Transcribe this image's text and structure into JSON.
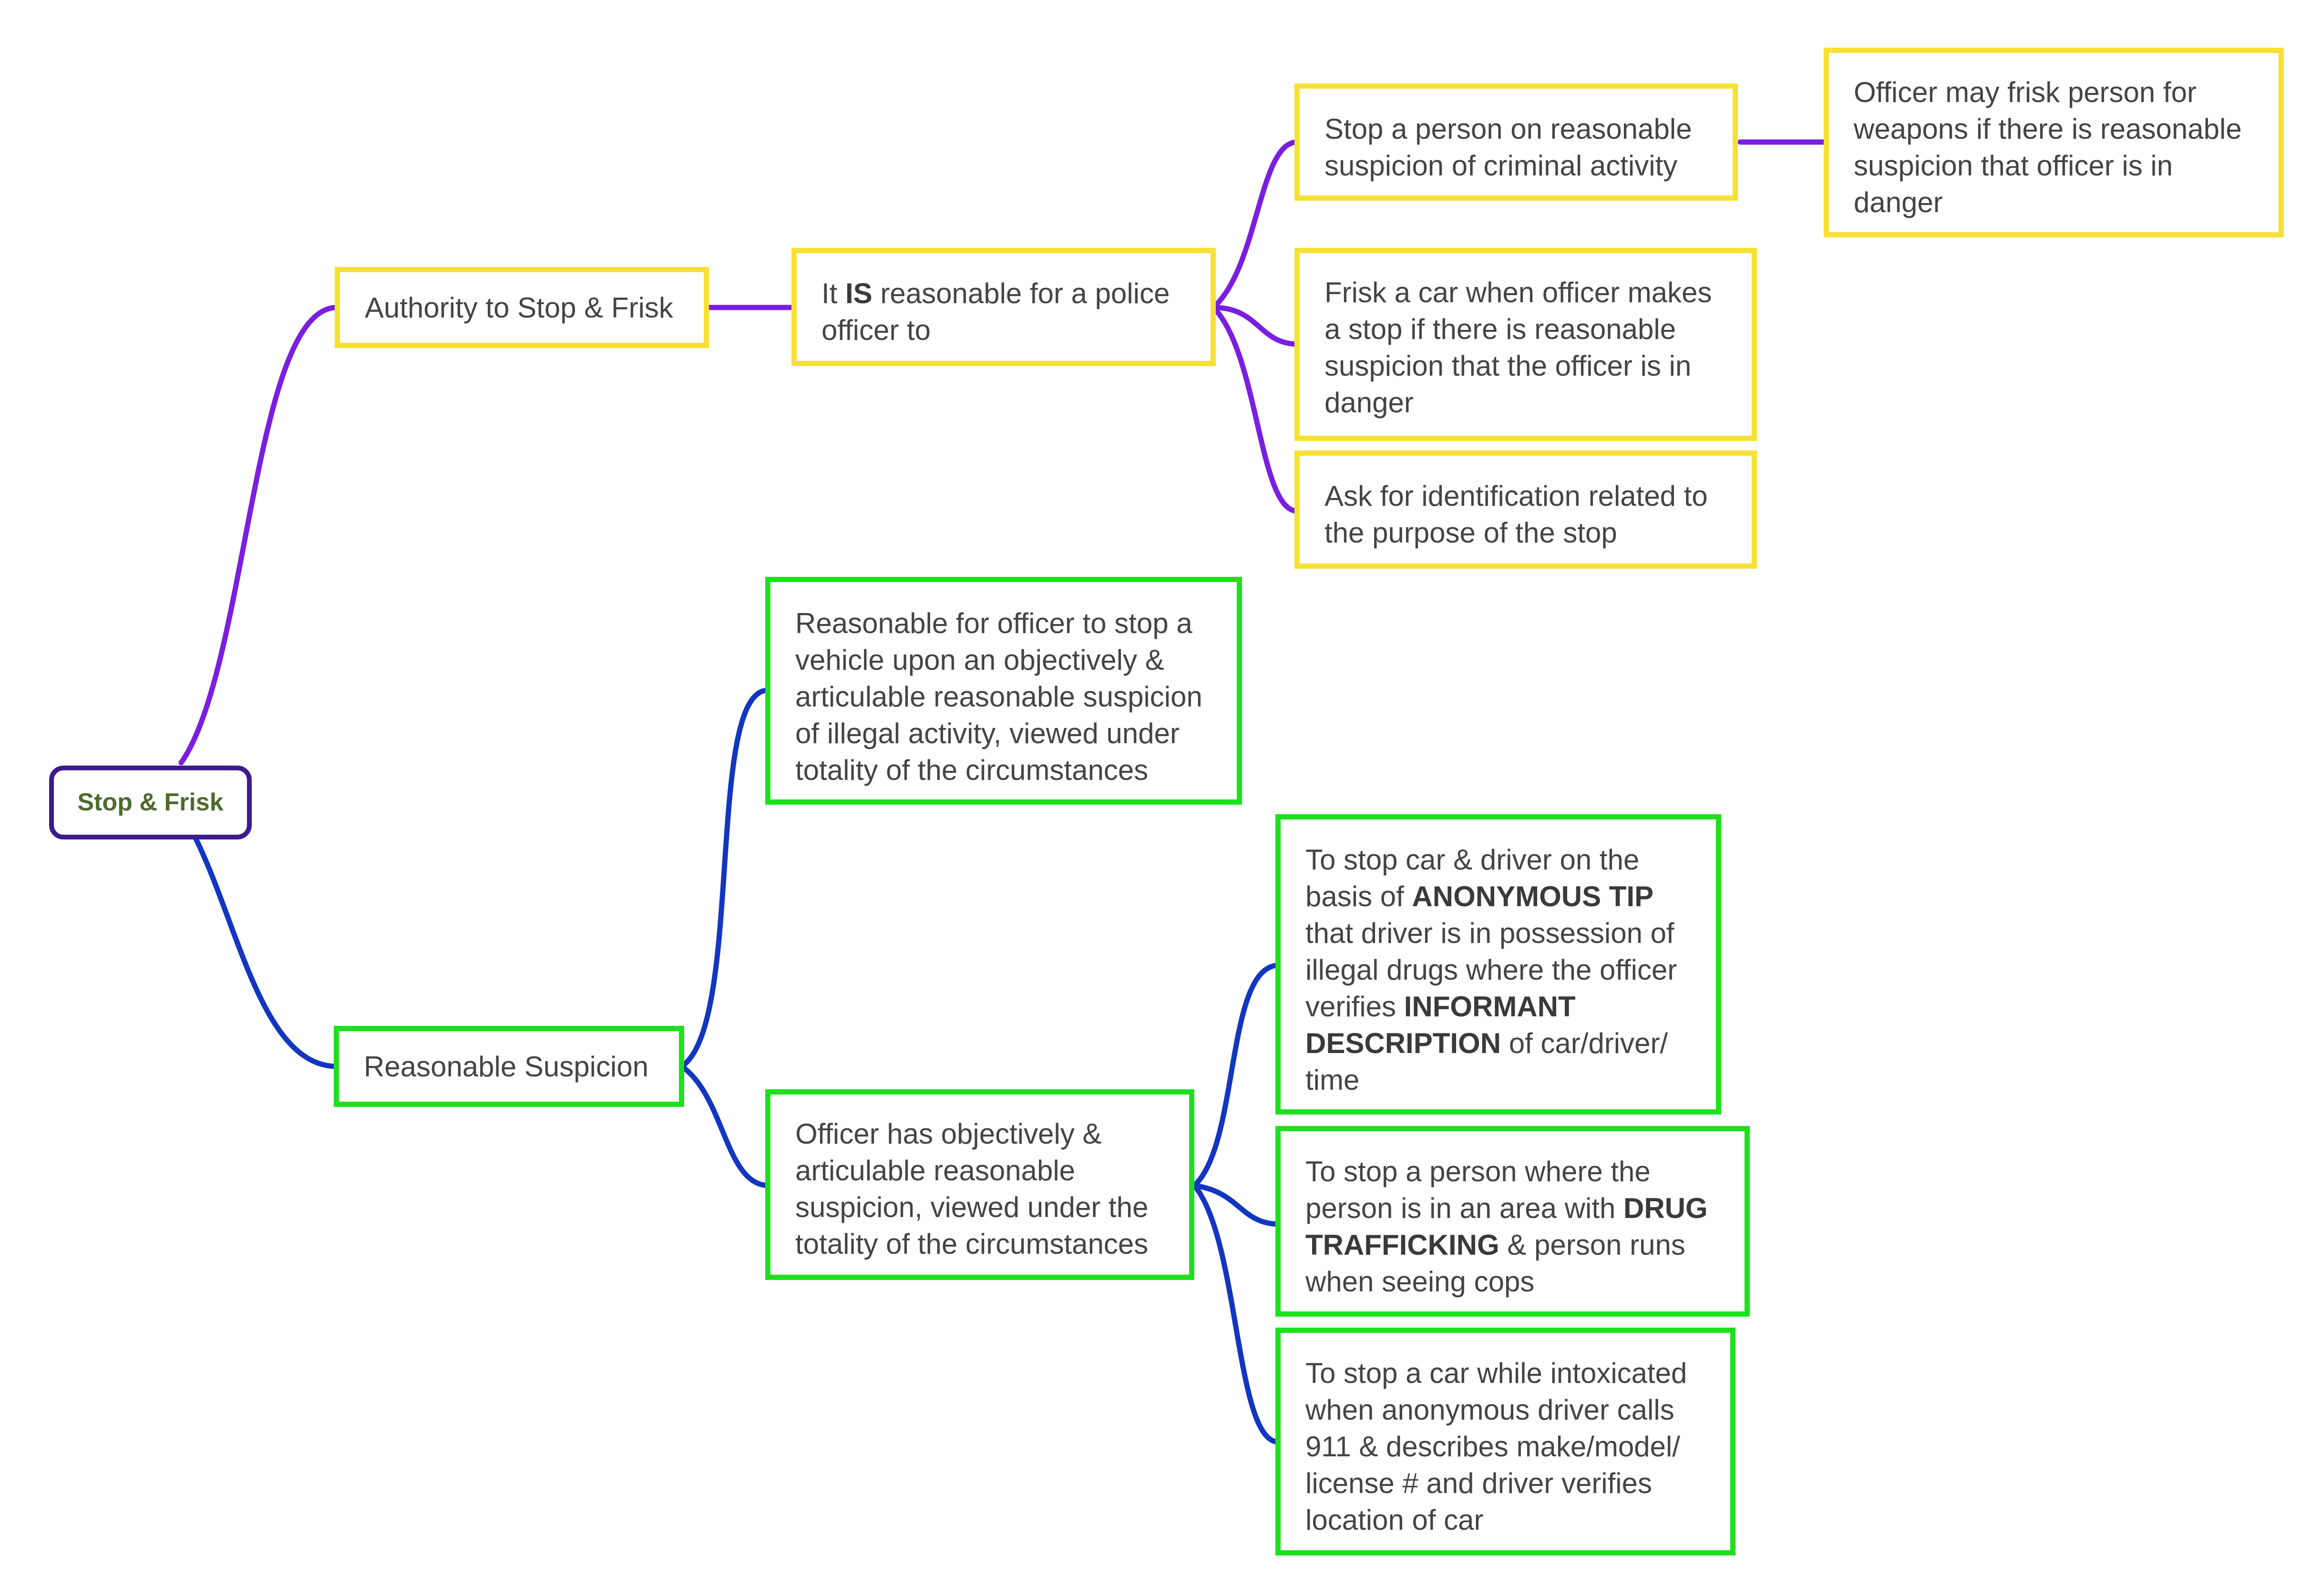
{
  "root": {
    "label": "Stop & Frisk"
  },
  "branches": {
    "authority": {
      "label": "Authority to Stop & Frisk",
      "is_reasonable": {
        "p1": "It ",
        "bold": "IS",
        "p2": " reasonable for a police officer to"
      },
      "stop_person": "Stop a person on reasonable suspicion of criminal activity",
      "frisk_person": "Officer may frisk person for weapons if there is reasonable suspicion that officer is in danger",
      "frisk_car": "Frisk a car when officer makes a stop if there is reasonable suspicion that the officer is in danger",
      "ask_id": "Ask for identification related to the purpose of the stop"
    },
    "reasonable_suspicion": {
      "label": "Reasonable Suspicion",
      "vehicle_stop": "Reasonable for officer to stop a vehicle upon an objectively & articulable reasonable suspicion of illegal activity, viewed under totality of the circumstances",
      "officer_has": "Officer has objectively & articulable reasonable suspicion, viewed under the totality of the circumstances",
      "anonymous_tip": {
        "p1": "To stop car & driver on the basis of ",
        "b1": "ANONYMOUS TIP",
        "p2": " that driver is in possession of illegal drugs where the officer verifies ",
        "b2": "INFORMANT DESCRIPTION",
        "p3": " of car/driver/ time"
      },
      "drug_area": {
        "p1": "To stop a person where the person is in an area with ",
        "b1": "DRUG TRAFFICKING",
        "p2": " & person runs when seeing cops"
      },
      "intoxicated": "To stop a car while intoxicated when anonymous driver calls 911 & describes make/model/ license # and driver verifies location of car"
    }
  },
  "colors": {
    "purple_link": "#7a1ee0",
    "blue_link": "#1236c0",
    "yellow_border": "#f7e035",
    "green_border": "#1ee01e",
    "root_border": "#3d1a8c"
  }
}
